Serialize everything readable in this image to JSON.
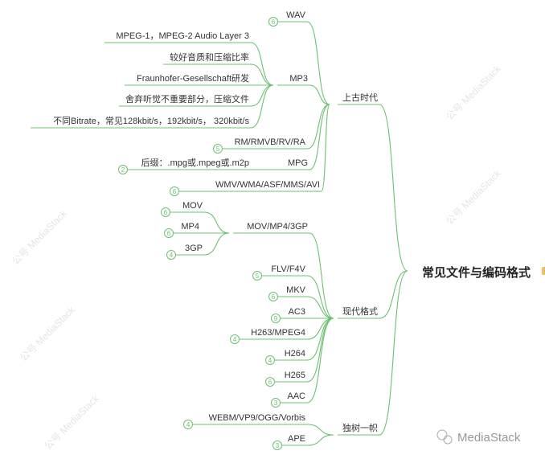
{
  "root": {
    "title": "常见文件与编码格式"
  },
  "branches": [
    {
      "label": "上古时代",
      "children": [
        {
          "label": "WAV",
          "badge": "6"
        },
        {
          "label": "MP3",
          "children": [
            {
              "label": "MPEG-1，MPEG-2 Audio Layer 3"
            },
            {
              "label": "较好音质和压缩比率"
            },
            {
              "label": "Fraunhofer-Gesellschaft研发"
            },
            {
              "label": "舍弃听觉不重要部分，压缩文件"
            },
            {
              "label": "不同Bitrate，常见128kbit/s，192kbit/s， 320kbit/s"
            }
          ]
        },
        {
          "label": "RM/RMVB/RV/RA",
          "badge": "5"
        },
        {
          "label": "MPG",
          "children": [
            {
              "label": "后缀：.mpg或.mpeg或.m2p",
              "badge": "2"
            }
          ]
        },
        {
          "label": "WMV/WMA/ASF/MMS/AVI",
          "badge": "6"
        }
      ]
    },
    {
      "label": "现代格式",
      "children": [
        {
          "label": "MOV/MP4/3GP",
          "children": [
            {
              "label": "MOV",
              "badge": "6"
            },
            {
              "label": "MP4",
              "badge": "6"
            },
            {
              "label": "3GP",
              "badge": "4"
            }
          ]
        },
        {
          "label": "FLV/F4V",
          "badge": "5"
        },
        {
          "label": "MKV",
          "badge": "6"
        },
        {
          "label": "AC3",
          "badge": "9"
        },
        {
          "label": "H263/MPEG4",
          "badge": "4"
        },
        {
          "label": "H264",
          "badge": "4"
        },
        {
          "label": "H265",
          "badge": "6"
        },
        {
          "label": "AAC",
          "badge": "3"
        }
      ]
    },
    {
      "label": "独树一帜",
      "children": [
        {
          "label": "WEBM/VP9/OGG/Vorbis",
          "badge": "4"
        },
        {
          "label": "APE",
          "badge": "3"
        }
      ]
    }
  ],
  "watermark": {
    "text": "公号 MediaStack",
    "brand": "MediaStack"
  },
  "colors": {
    "line": "#6cc070",
    "text": "#333333"
  }
}
